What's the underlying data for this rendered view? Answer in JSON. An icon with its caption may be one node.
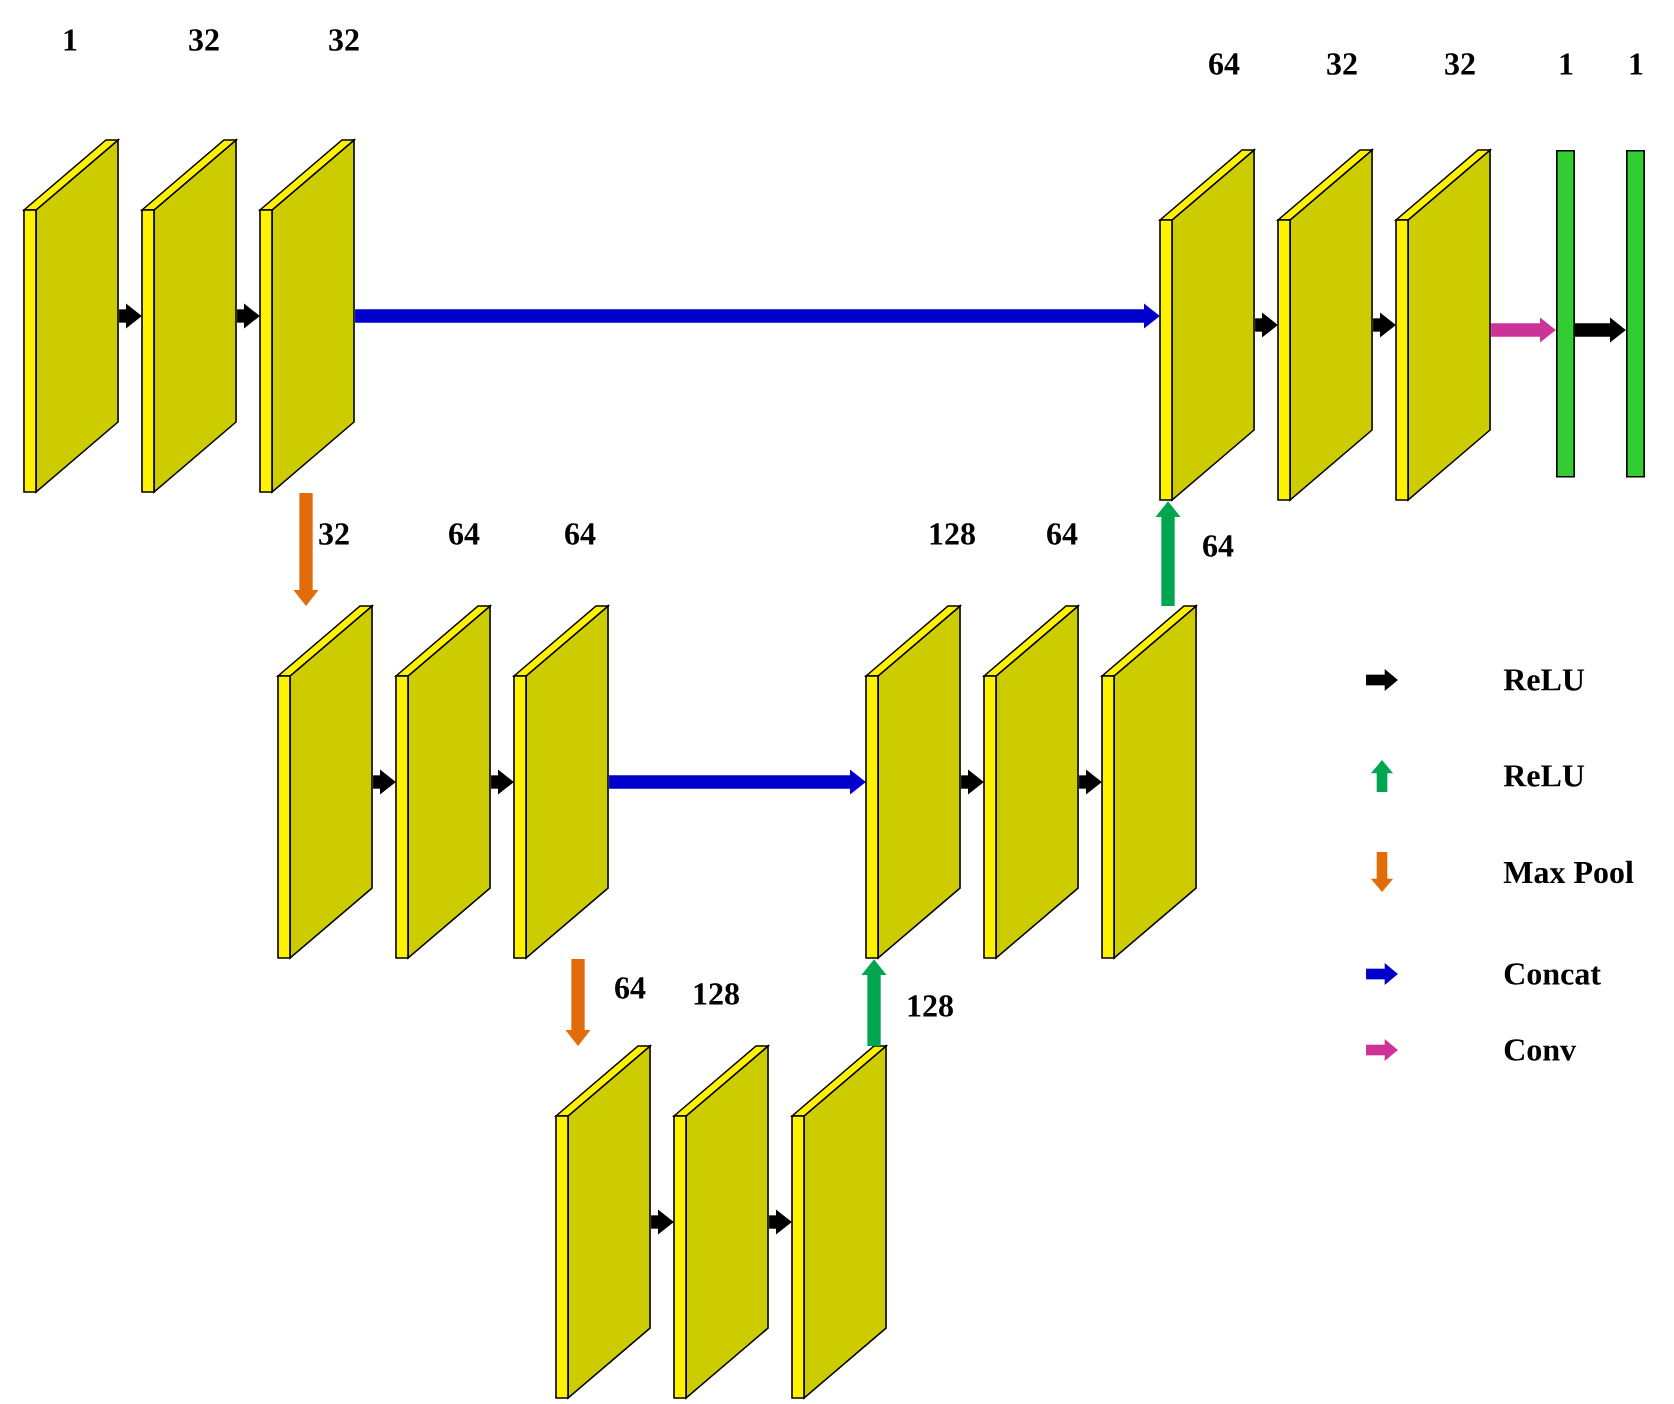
{
  "diagram": {
    "nodes": [
      {
        "text": [],
        "shape": "box",
        "beside": [
          "1"
        ]
      },
      {
        "text": [],
        "shape": "box",
        "beside": [
          "32"
        ]
      },
      {
        "text": [],
        "shape": "box",
        "beside": [
          "32"
        ]
      },
      {
        "text": [],
        "shape": "box",
        "beside": [
          "64"
        ]
      },
      {
        "text": [],
        "shape": "box",
        "beside": [
          "32"
        ]
      },
      {
        "text": [],
        "shape": "box",
        "beside": [
          "32"
        ]
      },
      {
        "text": [],
        "shape": "bar",
        "beside": [
          "1"
        ]
      },
      {
        "text": [],
        "shape": "bar",
        "beside": [
          "1"
        ]
      },
      {
        "text": [],
        "shape": "box"
      },
      {
        "text": [],
        "shape": "box",
        "beside": [
          "64"
        ]
      },
      {
        "text": [],
        "shape": "box",
        "beside": [
          "64"
        ]
      },
      {
        "text": [],
        "shape": "box",
        "beside": [
          "128"
        ]
      },
      {
        "text": [],
        "shape": "box",
        "beside": [
          "64"
        ]
      },
      {
        "text": [],
        "shape": "box"
      },
      {
        "text": [],
        "shape": "box"
      },
      {
        "text": [],
        "shape": "box",
        "beside": [
          "128"
        ]
      },
      {
        "text": [],
        "shape": "box"
      }
    ],
    "edges": [
      {
        "from": 0,
        "to": 1,
        "arrow": "to"
      },
      {
        "from": 1,
        "to": 2,
        "arrow": "to"
      },
      {
        "from": 2,
        "to": 3,
        "arrow": "to",
        "color": "#0000cc"
      },
      {
        "from": 3,
        "to": 4,
        "arrow": "to"
      },
      {
        "from": 4,
        "to": 5,
        "arrow": "to"
      },
      {
        "from": 5,
        "to": 6,
        "arrow": "to",
        "color": "#cc3399"
      },
      {
        "from": 6,
        "to": 7,
        "arrow": "to"
      },
      {
        "from": 2,
        "to": 8,
        "arrow": "to",
        "color": "#e36c0a",
        "label": "32"
      },
      {
        "from": 8,
        "to": 9,
        "arrow": "to"
      },
      {
        "from": 9,
        "to": 10,
        "arrow": "to"
      },
      {
        "from": 10,
        "to": 11,
        "arrow": "to",
        "color": "#0000cc"
      },
      {
        "from": 11,
        "to": 12,
        "arrow": "to"
      },
      {
        "from": 12,
        "to": 13,
        "arrow": "to"
      },
      {
        "from": 13,
        "to": 3,
        "arrow": "to",
        "color": "#00a550",
        "label": "64"
      },
      {
        "from": 10,
        "to": 14,
        "arrow": "to",
        "color": "#e36c0a",
        "label": "64"
      },
      {
        "from": 14,
        "to": 15,
        "arrow": "to"
      },
      {
        "from": 15,
        "to": 16,
        "arrow": "to"
      },
      {
        "from": 16,
        "to": 11,
        "arrow": "to",
        "color": "#00a550",
        "label": "128"
      }
    ],
    "legend": [
      {
        "text": "ReLU",
        "color": "#000000"
      },
      {
        "text": "ReLU",
        "color": "#00a550"
      },
      {
        "text": "Max Pool",
        "color": "#e36c0a"
      },
      {
        "text": "Concat",
        "color": "#0000cc"
      },
      {
        "text": "Conv",
        "color": "#cc3399"
      }
    ]
  }
}
